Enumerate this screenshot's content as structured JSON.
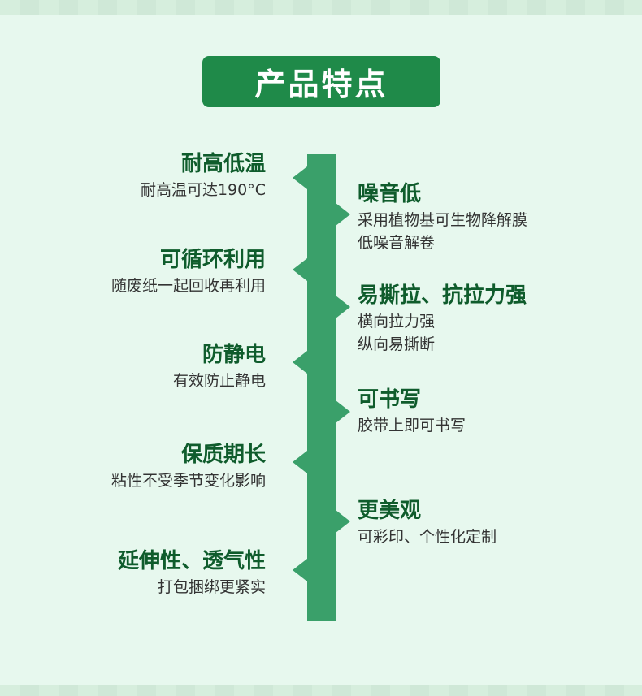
{
  "title": "产品特点",
  "colors": {
    "background": "#e7f8ee",
    "title_bg": "#1f8a49",
    "spine": "#3aa06a",
    "heading": "#0f5c2c",
    "text": "#333333"
  },
  "left_features": [
    {
      "heading": "耐高低温",
      "desc": [
        "耐高温可达190°C"
      ]
    },
    {
      "heading": "可循环利用",
      "desc": [
        "随废纸一起回收再利用"
      ]
    },
    {
      "heading": "防静电",
      "desc": [
        "有效防止静电"
      ]
    },
    {
      "heading": "保质期长",
      "desc": [
        "粘性不受季节变化影响"
      ]
    },
    {
      "heading": "延伸性、透气性",
      "desc": [
        "打包捆绑更紧实"
      ]
    }
  ],
  "right_features": [
    {
      "heading": "噪音低",
      "desc": [
        "采用植物基可生物降解膜",
        "低噪音解卷"
      ]
    },
    {
      "heading": "易撕拉、抗拉力强",
      "desc": [
        "横向拉力强",
        "纵向易撕断"
      ]
    },
    {
      "heading": "可书写",
      "desc": [
        "胶带上即可书写"
      ]
    },
    {
      "heading": "更美观",
      "desc": [
        "可彩印、个性化定制"
      ]
    }
  ]
}
